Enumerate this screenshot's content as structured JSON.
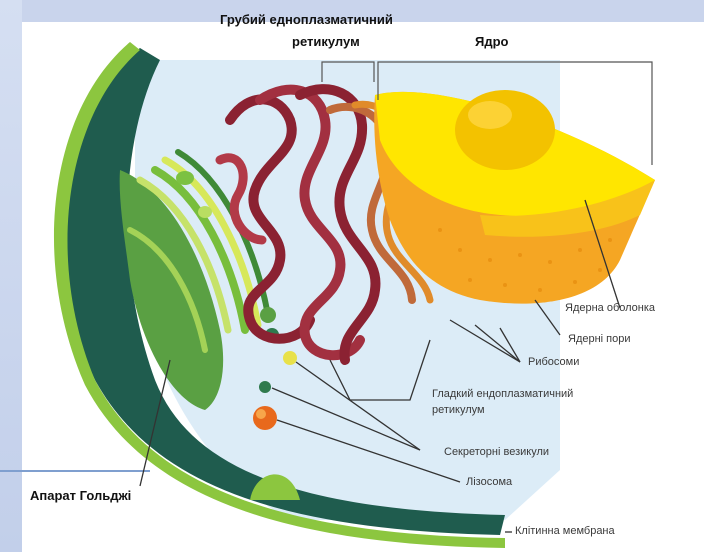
{
  "labels": {
    "rough_er_line1": "Грубий едноплазматичний",
    "rough_er_line2": "ретикулум",
    "nucleus": "Ядро",
    "nuclear_envelope": "Ядерна оболонка",
    "nuclear_pores": "Ядерні пори",
    "ribosomes": "Рибосоми",
    "smooth_er_line1": "Гладкий ендоплазматичний",
    "smooth_er_line2": "ретикулум",
    "secretory_vesicles": "Секреторні везикули",
    "lysosome": "Лізосома",
    "golgi": "Апарат Гольджі",
    "cell_membrane": "Клітинна мембрана"
  },
  "colors": {
    "membrane_dark": "#1f5c4e",
    "membrane_light": "#8cc63f",
    "cytoplasm": "#dcecf7",
    "golgi": "#6ab04c",
    "rough_er": "#8b2232",
    "nucleus_outer": "#f5a623",
    "nucleolus": "#f3c200",
    "nucleus_top": "#ffe600",
    "lysosome": "#e8691c"
  }
}
